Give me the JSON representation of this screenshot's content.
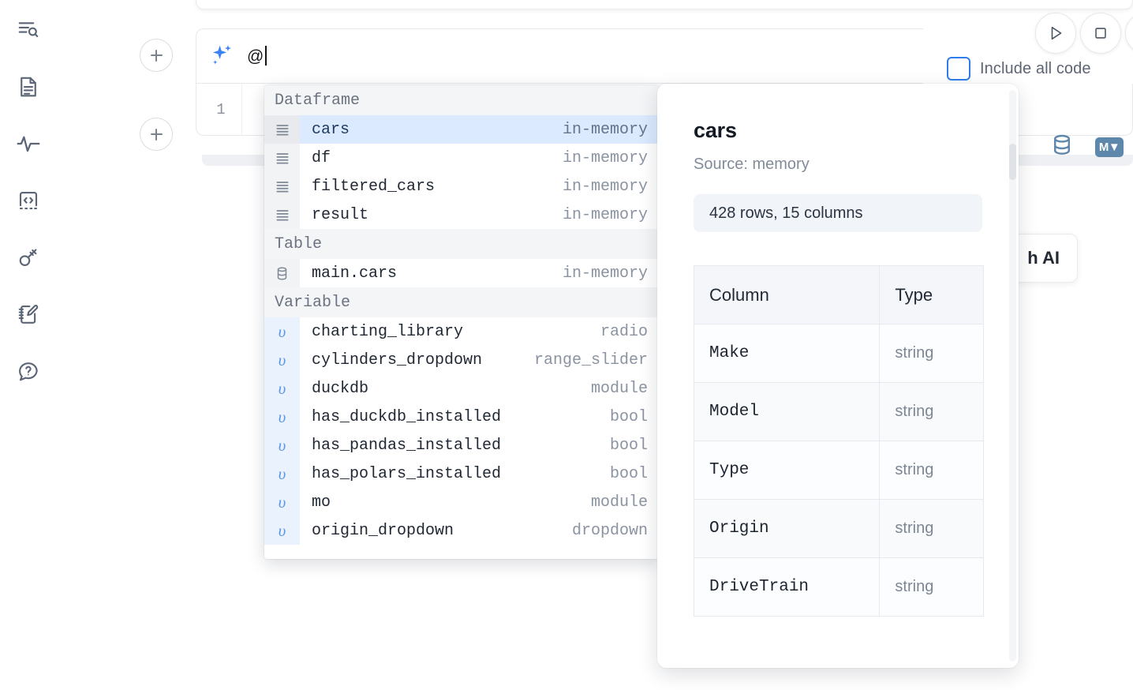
{
  "app": {
    "accent_blue": "#2f7dec",
    "selected_row_bg": "#dbeafe",
    "icon_gray": "#5b6576"
  },
  "rail": {
    "items": [
      {
        "name": "explore-files-icon",
        "label": "Explore"
      },
      {
        "name": "document-icon",
        "label": "Notebook"
      },
      {
        "name": "activity-pulse-icon",
        "label": "Activity"
      },
      {
        "name": "code-snippet-icon",
        "label": "Snippets"
      },
      {
        "name": "key-icon",
        "label": "Secrets"
      },
      {
        "name": "scratchpad-edit-icon",
        "label": "Scratchpad"
      },
      {
        "name": "help-chat-icon",
        "label": "Help"
      }
    ]
  },
  "toolbar": {
    "run_label": "Run",
    "stop_label": "Stop",
    "more_label": "",
    "include_all_code_label": "Include all code",
    "include_all_code_checked": false
  },
  "editor": {
    "ai_prompt_value": "@",
    "ai_icon": "sparkles-icon",
    "line_number": "1",
    "add_cell_above_label": "+",
    "add_cell_below_label": "+",
    "database_icon": "database-icon",
    "markdown_icon_label": "M"
  },
  "hidden_card": {
    "text": "h AI"
  },
  "autocomplete": {
    "groups": [
      {
        "label": "Dataframe",
        "items": [
          {
            "icon": "dataframe-rows-icon",
            "name": "cars",
            "type": "in-memory",
            "selected": true
          },
          {
            "icon": "dataframe-rows-icon",
            "name": "df",
            "type": "in-memory",
            "selected": false
          },
          {
            "icon": "dataframe-rows-icon",
            "name": "filtered_cars",
            "type": "in-memory",
            "selected": false
          },
          {
            "icon": "dataframe-rows-icon",
            "name": "result",
            "type": "in-memory",
            "selected": false
          }
        ]
      },
      {
        "label": "Table",
        "items": [
          {
            "icon": "table-database-icon",
            "name": "main.cars",
            "type": "in-memory",
            "selected": false
          }
        ]
      },
      {
        "label": "Variable",
        "items": [
          {
            "icon": "variable-icon",
            "name": "charting_library",
            "type": "radio",
            "selected": false
          },
          {
            "icon": "variable-icon",
            "name": "cylinders_dropdown",
            "type": "range_slider",
            "selected": false
          },
          {
            "icon": "variable-icon",
            "name": "duckdb",
            "type": "module",
            "selected": false
          },
          {
            "icon": "variable-icon",
            "name": "has_duckdb_installed",
            "type": "bool",
            "selected": false
          },
          {
            "icon": "variable-icon",
            "name": "has_pandas_installed",
            "type": "bool",
            "selected": false
          },
          {
            "icon": "variable-icon",
            "name": "has_polars_installed",
            "type": "bool",
            "selected": false
          },
          {
            "icon": "variable-icon",
            "name": "mo",
            "type": "module",
            "selected": false
          },
          {
            "icon": "variable-icon",
            "name": "origin_dropdown",
            "type": "dropdown",
            "selected": false
          }
        ]
      }
    ]
  },
  "preview": {
    "title": "cars",
    "source": "Source: memory",
    "shape": "428 rows, 15 columns",
    "columns_header": "Column",
    "type_header": "Type",
    "rows": [
      {
        "column": "Make",
        "type": "string"
      },
      {
        "column": "Model",
        "type": "string"
      },
      {
        "column": "Type",
        "type": "string"
      },
      {
        "column": "Origin",
        "type": "string"
      },
      {
        "column": "DriveTrain",
        "type": "string"
      }
    ]
  }
}
